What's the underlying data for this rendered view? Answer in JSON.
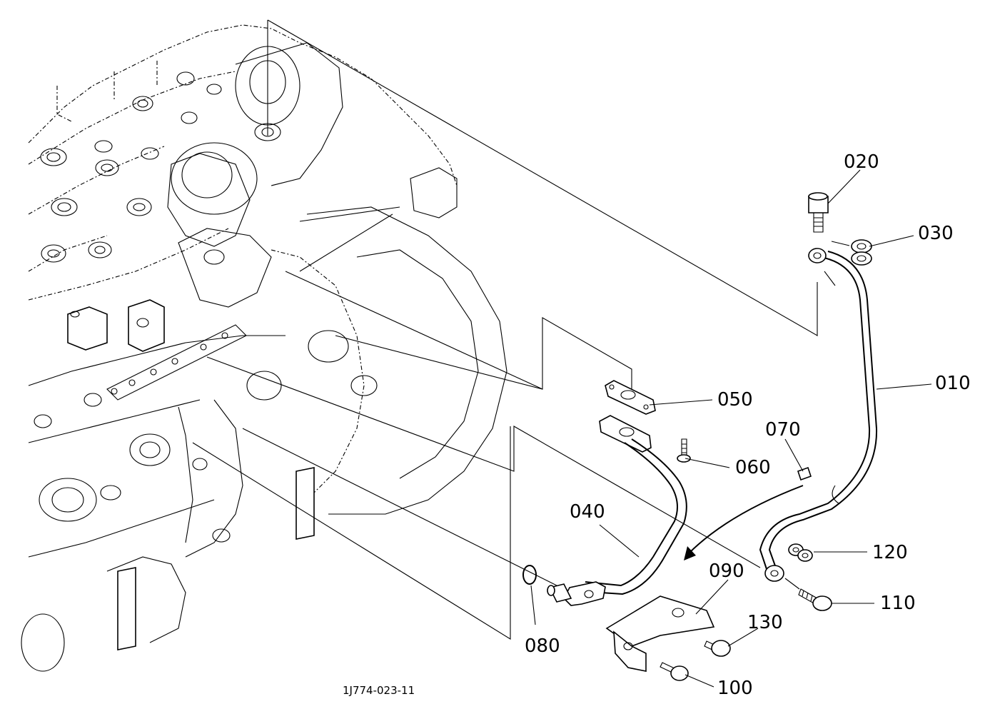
{
  "diagram": {
    "figure_id": "1J774-023-11",
    "callouts": [
      {
        "id": "p010",
        "label": "010"
      },
      {
        "id": "p020",
        "label": "020"
      },
      {
        "id": "p030",
        "label": "030"
      },
      {
        "id": "p040",
        "label": "040"
      },
      {
        "id": "p050",
        "label": "050"
      },
      {
        "id": "p060",
        "label": "060"
      },
      {
        "id": "p070",
        "label": "070"
      },
      {
        "id": "p080",
        "label": "080"
      },
      {
        "id": "p090",
        "label": "090"
      },
      {
        "id": "p100",
        "label": "100"
      },
      {
        "id": "p110",
        "label": "110"
      },
      {
        "id": "p120",
        "label": "120"
      },
      {
        "id": "p130",
        "label": "130"
      }
    ]
  }
}
